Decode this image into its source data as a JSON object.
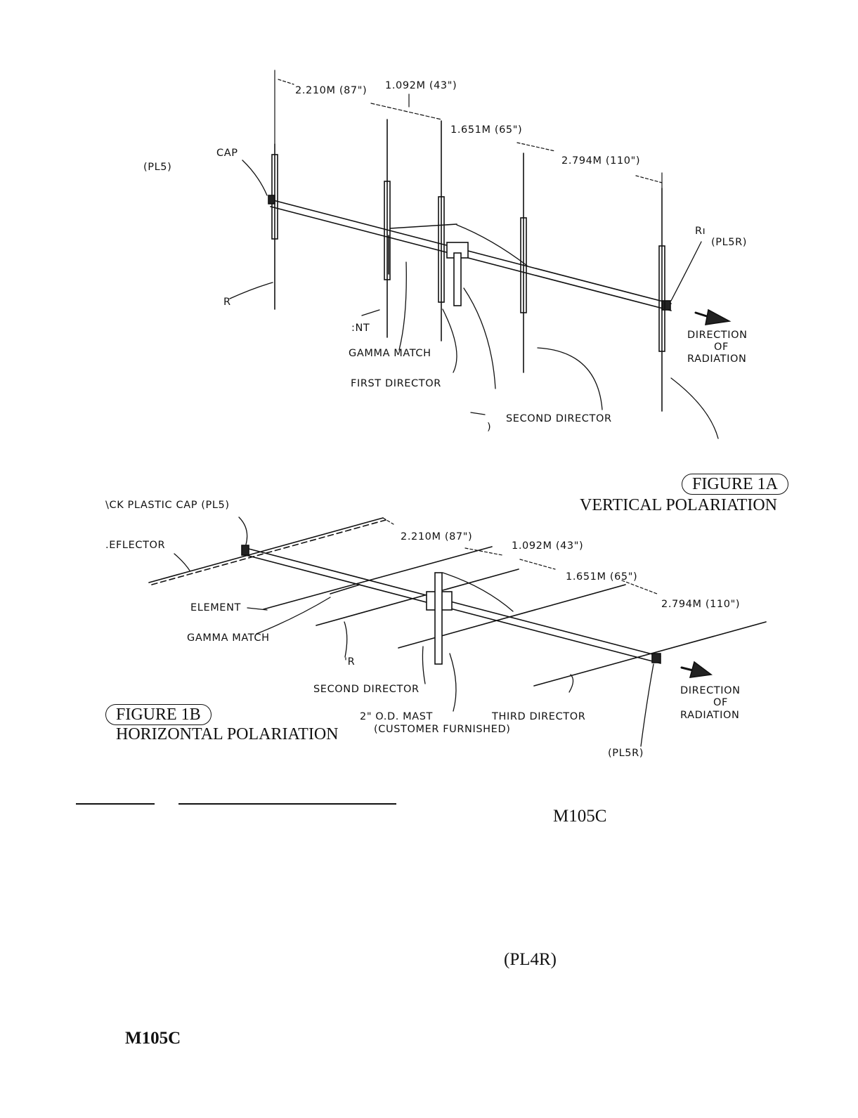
{
  "figure_a": {
    "dim_1": "2.210M (87\")",
    "dim_2": "1.092M (43\")",
    "dim_3": "1.651M (65\")",
    "dim_4": "2.794M (110\")",
    "pl5": "(PL5)",
    "cap": "CAP",
    "r_left": "R",
    "r_right": "Rı",
    "pl5r": "(PL5R)",
    "ent": ":NT",
    "gamma": "GAMMA MATCH",
    "first_director": "FIRST DIRECTOR",
    "paren": ")",
    "second_director": "SECOND DIRECTOR",
    "direction": "DIRECTION",
    "of": "OF",
    "radiation": "RADIATION",
    "figure": "FIGURE 1A",
    "subtitle": "VERTICAL POLARIATION"
  },
  "figure_b": {
    "cap": "\\CK PLASTIC CAP (PL5)",
    "reflector": ".EFLECTOR",
    "dim_1": "2.210M (87\")",
    "dim_2": "1.092M (43\")",
    "dim_3": "1.651M (65\")",
    "dim_4": "2.794M (110\")",
    "element": "ELEMENT",
    "gamma": "GAMMA MATCH",
    "r": "'R",
    "second_director": "SECOND DIRECTOR",
    "mast": "2\" O.D. MAST",
    "customer": "(CUSTOMER FURNISHED)",
    "third_director": "THIRD DIRECTOR",
    "direction": "DIRECTION",
    "of": "OF",
    "radiation": "RADIATION",
    "pl5r": "(PL5R)",
    "figure": "FIGURE 1B",
    "subtitle": "HORIZONTAL POLARIATION"
  },
  "text": {
    "model_1": "M105C",
    "pl4r": "(PL4R)",
    "model_2": "M105C"
  }
}
